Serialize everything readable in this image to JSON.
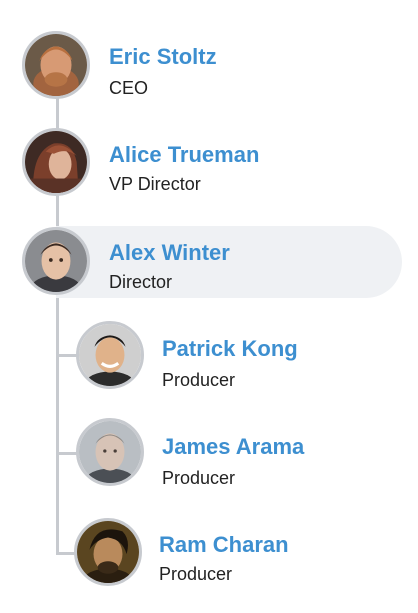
{
  "org_chart": {
    "nodes": [
      {
        "name": "Eric Stoltz",
        "role": "CEO",
        "avatar_icon": "person-avatar-icon"
      },
      {
        "name": "Alice Trueman",
        "role": "VP Director",
        "avatar_icon": "person-avatar-icon"
      },
      {
        "name": "Alex Winter",
        "role": "Director",
        "avatar_icon": "person-avatar-icon",
        "selected": true
      },
      {
        "name": "Patrick Kong",
        "role": "Producer",
        "avatar_icon": "person-avatar-icon"
      },
      {
        "name": "James Arama",
        "role": "Producer",
        "avatar_icon": "person-avatar-icon"
      },
      {
        "name": "Ram Charan",
        "role": "Producer",
        "avatar_icon": "person-avatar-icon"
      }
    ]
  },
  "colors": {
    "name_text": "#3d8fd0",
    "role_text": "#222222",
    "connector": "#c7cacf",
    "selected_row_bg": "#eff1f4"
  }
}
